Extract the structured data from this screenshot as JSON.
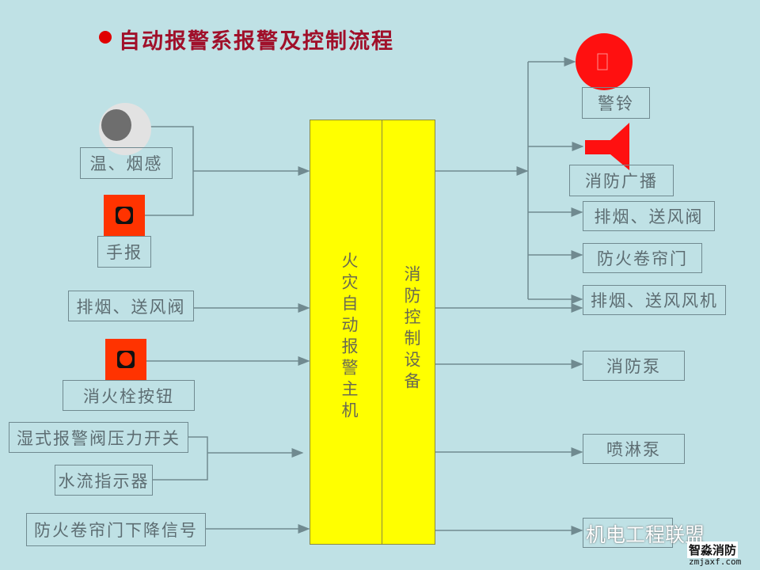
{
  "title": "自动报警系报警及控制流程",
  "center": {
    "host": "火灾自动报警主机",
    "control": "消防控制设备"
  },
  "inputs": [
    "温、烟感",
    "手报",
    "排烟、送风阀",
    "消火栓按钮",
    "湿式报警阀压力开关",
    "水流指示器",
    "防火卷帘门下降信号"
  ],
  "outputs": [
    "警铃",
    "消防广播",
    "排烟、送风阀",
    "防火卷帘门",
    "排烟、送风风机",
    "消防泵",
    "喷淋泵"
  ],
  "watermark": {
    "brand": "机电工程联盟",
    "site_name": "智淼消防",
    "site_url": "zmjaxf.com"
  },
  "colors": {
    "background": "#bfe1e5",
    "panel": "#ffff00",
    "alarm": "#ff0000",
    "title": "#a0102a"
  }
}
